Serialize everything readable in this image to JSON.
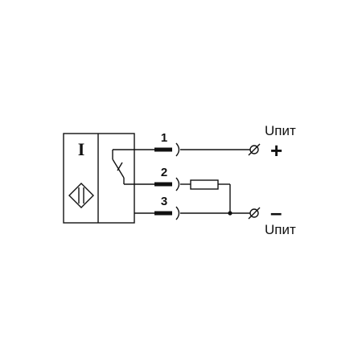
{
  "diagram": {
    "sensor_symbol": "I",
    "sensing_face_icon": "inductive-sensor-diamond-icon",
    "switch_icon": "normally-open-contact-icon",
    "pins": [
      {
        "number": "1"
      },
      {
        "number": "2"
      },
      {
        "number": "3"
      }
    ],
    "supply_positive": {
      "label": "Uпит",
      "sign": "+"
    },
    "supply_negative": {
      "label": "Uпит",
      "sign": "–"
    },
    "load_icon": "resistor-load-icon",
    "terminal_icon": "terminal-circle-icon",
    "colors": {
      "line": "#111111",
      "background": "#ffffff"
    }
  }
}
